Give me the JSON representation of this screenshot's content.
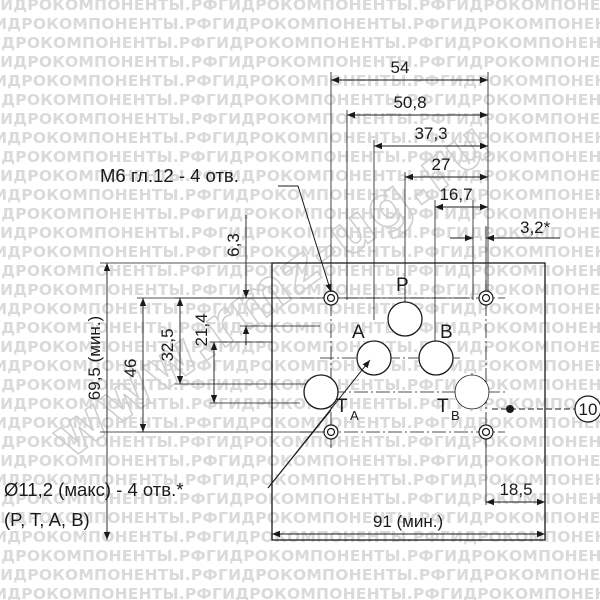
{
  "watermark": {
    "repeat_text": "ГИДРОКОМПОНЕНТЫ.РФ",
    "diagonal_text": "www.rmz-ug.ru"
  },
  "dimensions": {
    "d54": "54",
    "d50_8": "50,8",
    "d37_3": "37,3",
    "d27": "27",
    "d16_7": "16,7",
    "d3_2": "3,2*",
    "d6_3": "6,3",
    "d21_4": "21,4",
    "d32_5": "32,5",
    "d46": "46",
    "d69_5": "69,5 (мин.)",
    "d18_5": "18,5",
    "d91": "91 (мин.)"
  },
  "ports": {
    "p": "P",
    "a": "A",
    "b": "B",
    "ta": "T",
    "ta_sub": "A",
    "tb": "T",
    "tb_sub": "B"
  },
  "callouts": {
    "thread_note": "М6 гл.12 - 4 отв.",
    "hole_note_line1": "Ø11,2 (макс) - 4 отв.*",
    "hole_note_line2": "(P, T, A, B)",
    "ref_number": "10"
  }
}
